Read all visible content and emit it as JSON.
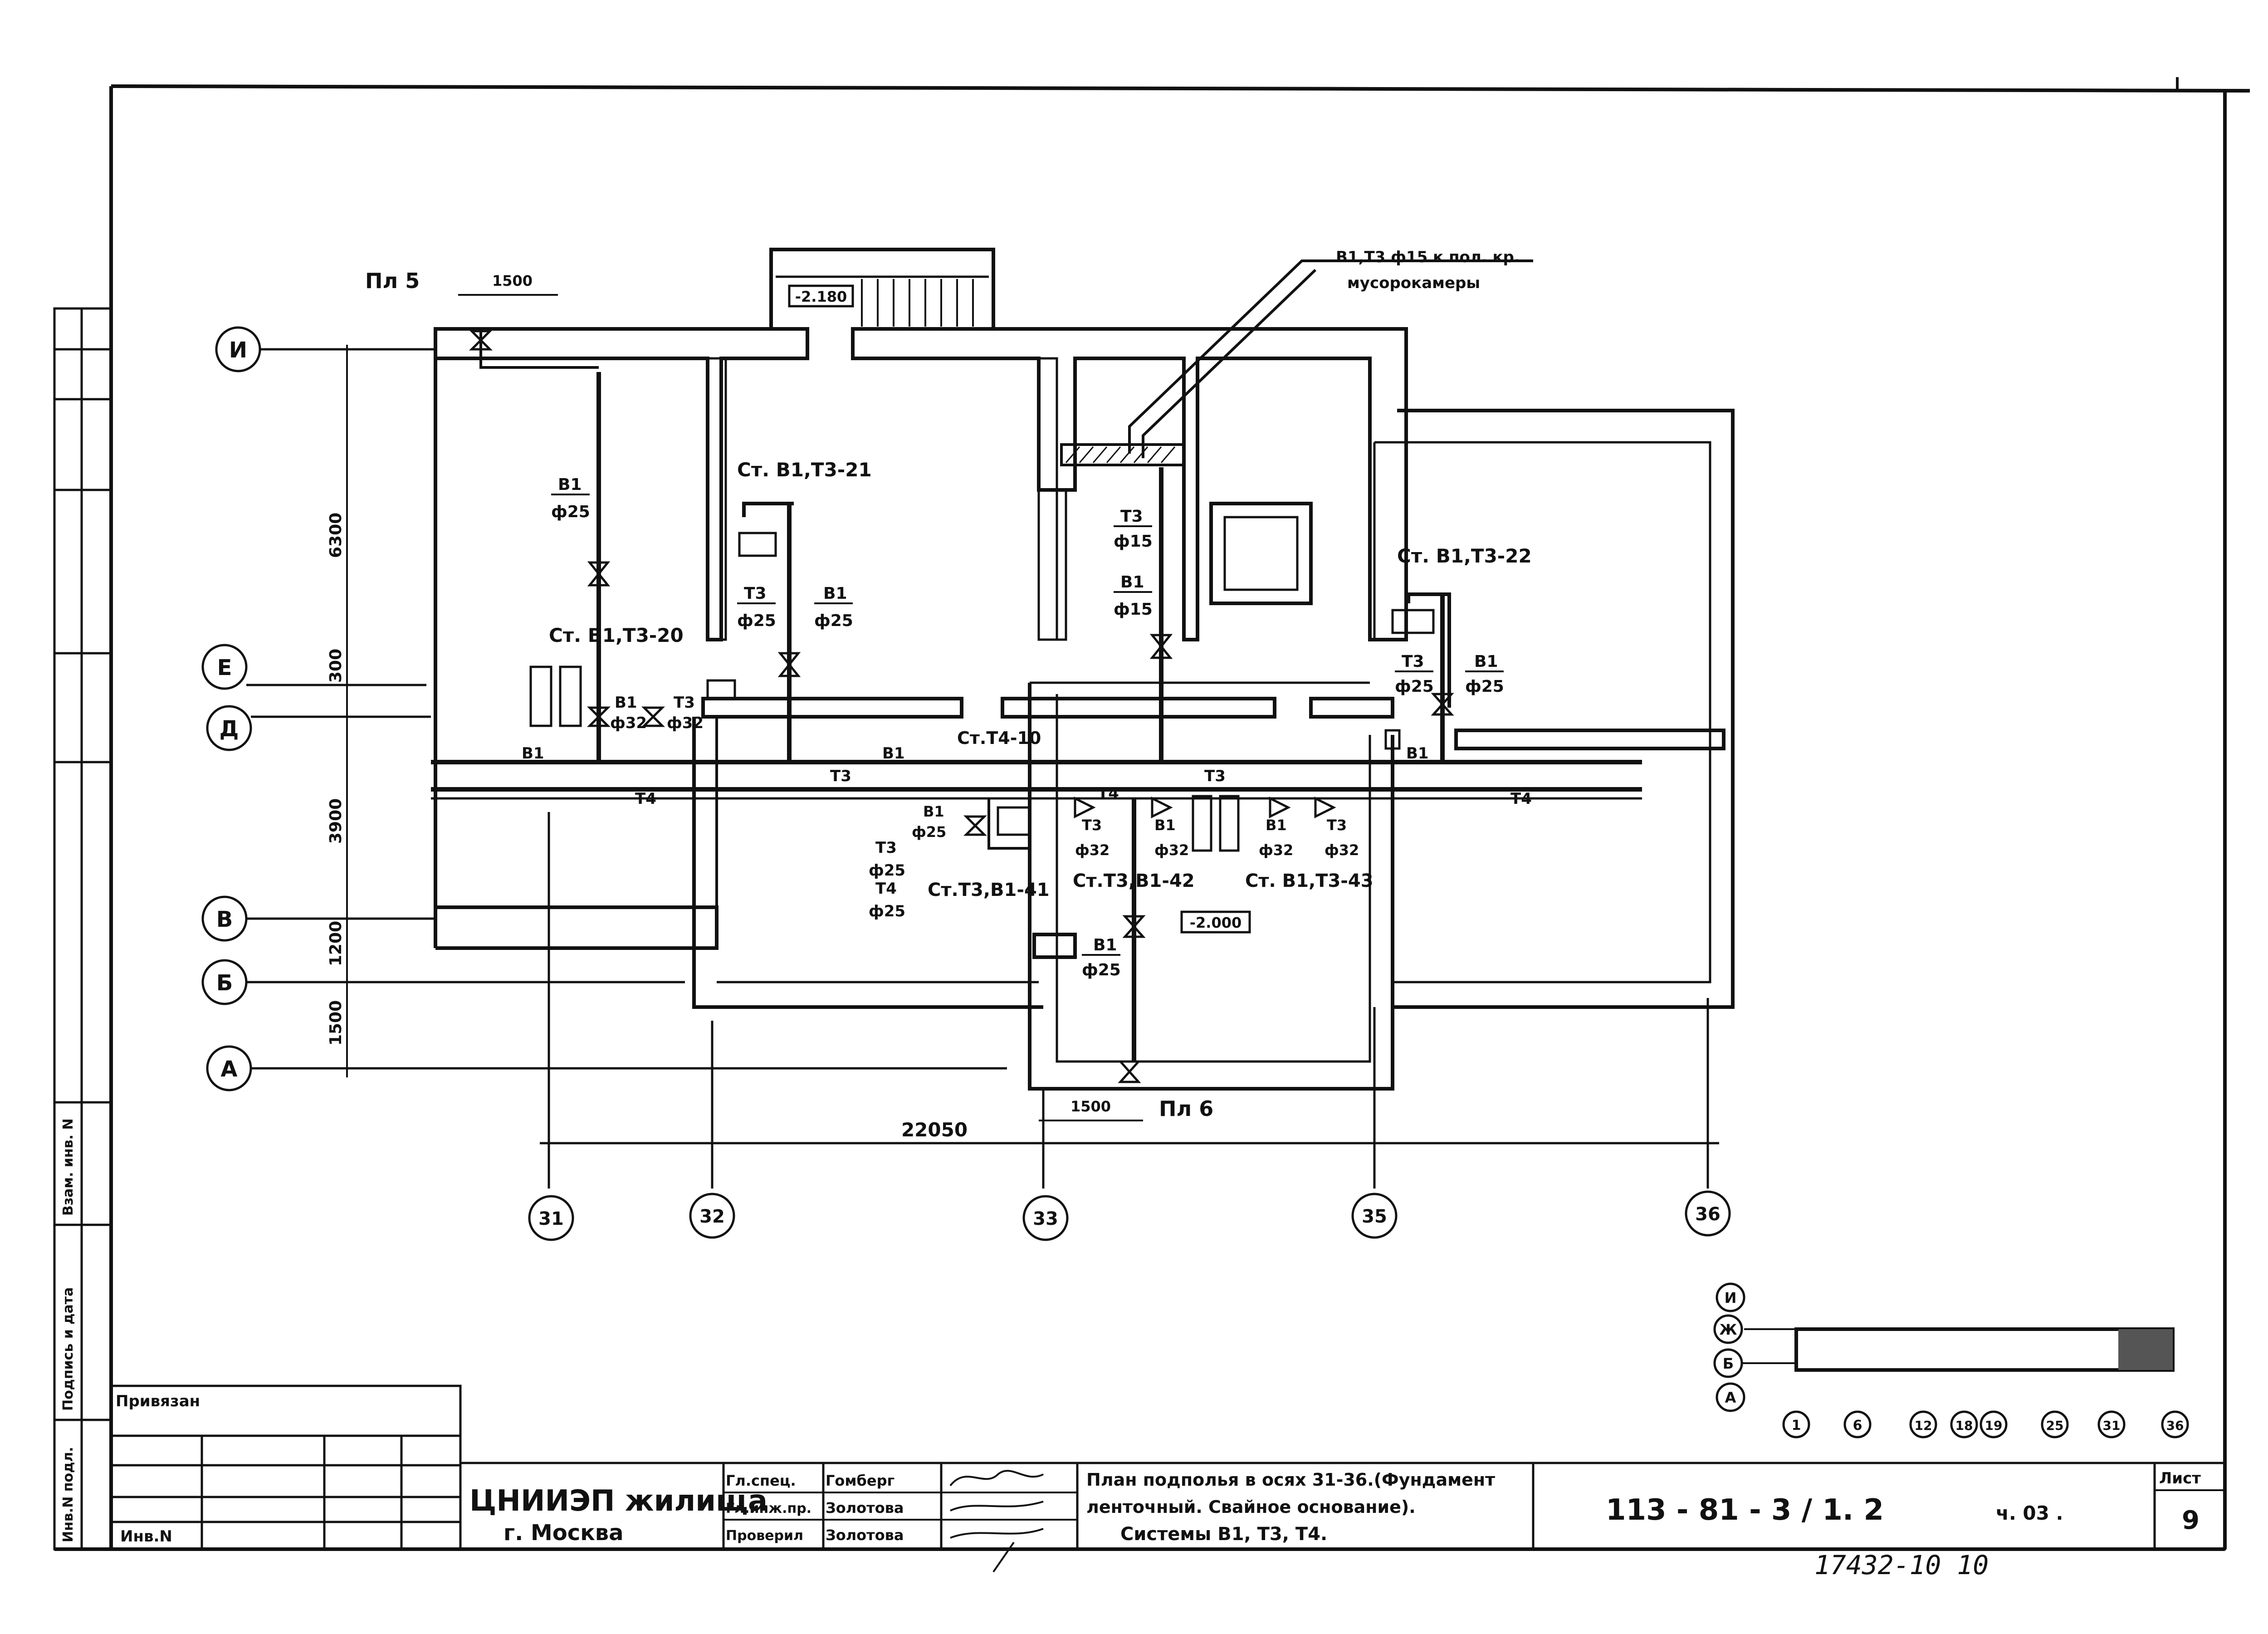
{
  "axes": {
    "rows": [
      "И",
      "Е",
      "Д",
      "В",
      "Б",
      "А"
    ],
    "columns": [
      "31",
      "32",
      "33",
      "35",
      "36"
    ]
  },
  "dimensions": {
    "vertical": [
      "6300",
      "300",
      "3900",
      "1200",
      "1500"
    ],
    "overall": "22050",
    "pa5_width": "1500",
    "pa6_width": "1500"
  },
  "sections": {
    "pa5": "Пл 5",
    "pa6": "Пл 6"
  },
  "elevations": {
    "top": "-2.180",
    "mid": "-2.000"
  },
  "riser_notes": {
    "musoro_line1": "В1,Т3 ф15  к пол. кр.",
    "musoro_line2": "мусорокамеры",
    "st20": "Ст. В1,Т3-20",
    "st21": "Ст. В1,Т3-21",
    "st22": "Ст. В1,Т3-22",
    "st41": "Ст.Т3,В1-41",
    "st42": "Ст.Т3,В1-42",
    "st43": "Ст. В1,Т3-43",
    "stT4": "Ст.Т4-10"
  },
  "pipe_labels": {
    "b1": "В1",
    "t3": "Т3",
    "t4": "Т4",
    "d25": "ф25",
    "d32": "ф32",
    "d15": "ф15"
  },
  "key_plan": {
    "rows": [
      "И",
      "Ж",
      "Б",
      "А"
    ],
    "columns": [
      "1",
      "6",
      "12",
      "18",
      "19",
      "25",
      "31",
      "36"
    ]
  },
  "side_stamp": {
    "inv_podl": "Инв.N подл.",
    "podpis": "Подпись и дата",
    "vzam": "Взам. инв. N"
  },
  "title_block": {
    "privyazan": "Привязан",
    "inv_n": "Инв.N",
    "org_main": "ЦНИИЭП жилища",
    "org_city": "г. Москва",
    "roles": [
      "Гл.спец.",
      "Гл.инж.пр.",
      "Проверил"
    ],
    "names": [
      "Гомберг",
      "Золотова",
      "Золотова"
    ],
    "title_line1": "План подполья  в осях 31-36.(Фундамент",
    "title_line2": "ленточный. Свайное основание).",
    "title_line3": "Системы В1, Т3, Т4.",
    "code": "113 - 81 - 3 / 1. 2",
    "part": "ч. 03 .",
    "sheet_label": "Лист",
    "sheet_no": "9"
  },
  "archive_number": "17432-10 10"
}
